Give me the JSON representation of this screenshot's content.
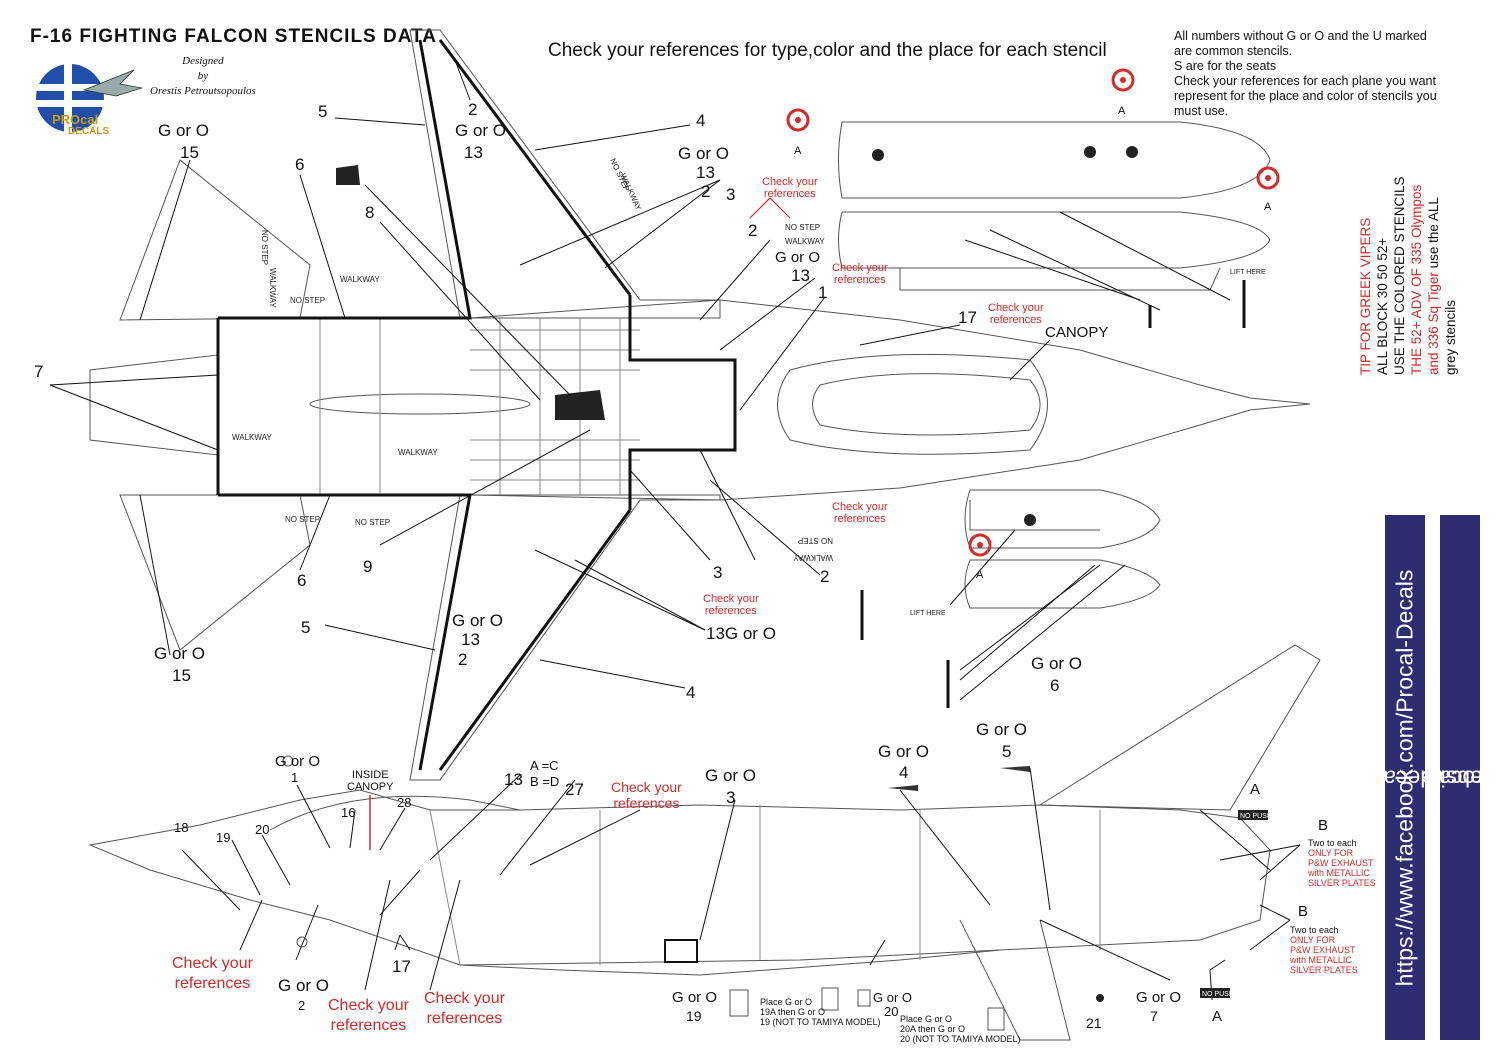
{
  "header": {
    "title": "F-16 FIGHTING FALCON STENCILS DATA",
    "designed_by": "Designed",
    "by": "by",
    "designer": "Orestis Petroutsopoulos",
    "brand_line1": "PROcal",
    "brand_line2": "DECALS",
    "main_note": "Check your references for  type,color and the place for  each stencil"
  },
  "notes": {
    "line1": "All numbers without G or O and the U marked",
    "line2": "are common stencils.",
    "line3": "S are for the seats",
    "line4": "Check your references for each plane you want",
    "line5": "represent for the place and color of stencils you",
    "line6": "must use."
  },
  "tip": {
    "line1": "TIP FOR GREEK VIPERS",
    "line2": "ALL BLOCK 30 50 52+",
    "line3": "USE THE COLORED STENCILS",
    "line4": "THE 52+ ADV OF 335 Olympos",
    "line5a": "and 336 Sq Tiger",
    "line5b": " use the ALL",
    "line6": "grey stencils"
  },
  "banners": {
    "facebook": "https://www.facebook.com/Procal-Decals",
    "website_label": "website",
    "website_url": "https://www.procaldecals.gr/en/"
  },
  "labels": {
    "g_or_o": "G or O",
    "n15": "15",
    "n13": "13",
    "n2": "2",
    "n1": "1",
    "n3": "3",
    "n4": "4",
    "n5": "5",
    "n6": "6",
    "n7": "7",
    "n8": "8",
    "n9": "9",
    "n16": "16",
    "n17": "17",
    "n18": "18",
    "n19": "19",
    "n20": "20",
    "n21": "21",
    "n27": "27",
    "n28": "28",
    "thirteen_g_or_o": "13G or O",
    "canopy": "CANOPY",
    "inside_canopy_1": "INSIDE",
    "inside_canopy_2": "CANOPY",
    "a_eq_c": "A =C",
    "b_eq_d": "B =D",
    "a": "A",
    "b": "B",
    "check_refs_1": "Check your",
    "check_refs_2": "references",
    "two_each": "Two to each",
    "only_for": "ONLY FOR",
    "pw_exhaust": "P&W EXHAUST",
    "with_metallic": "with METALLIC",
    "silver_plates": "SILVER PLATES",
    "place_19a": "Place G or O",
    "place_19b": "19A then G or O",
    "place_19c": "19 (NOT TO TAMIYA MODEL)",
    "place_20a": "Place G or O",
    "place_20b": "20A then G or O",
    "place_20c": "20 (NOT TO TAMIYA MODEL)",
    "lift_here": "LIFT HERE",
    "no_push": "NO PUSH",
    "walkway": "WALKWAY",
    "no_step": "NO STEP"
  },
  "colors": {
    "accent_red": "#d42a2a",
    "banner_blue": "#2e2d72",
    "line": "#111111",
    "panel_line": "#555555"
  }
}
